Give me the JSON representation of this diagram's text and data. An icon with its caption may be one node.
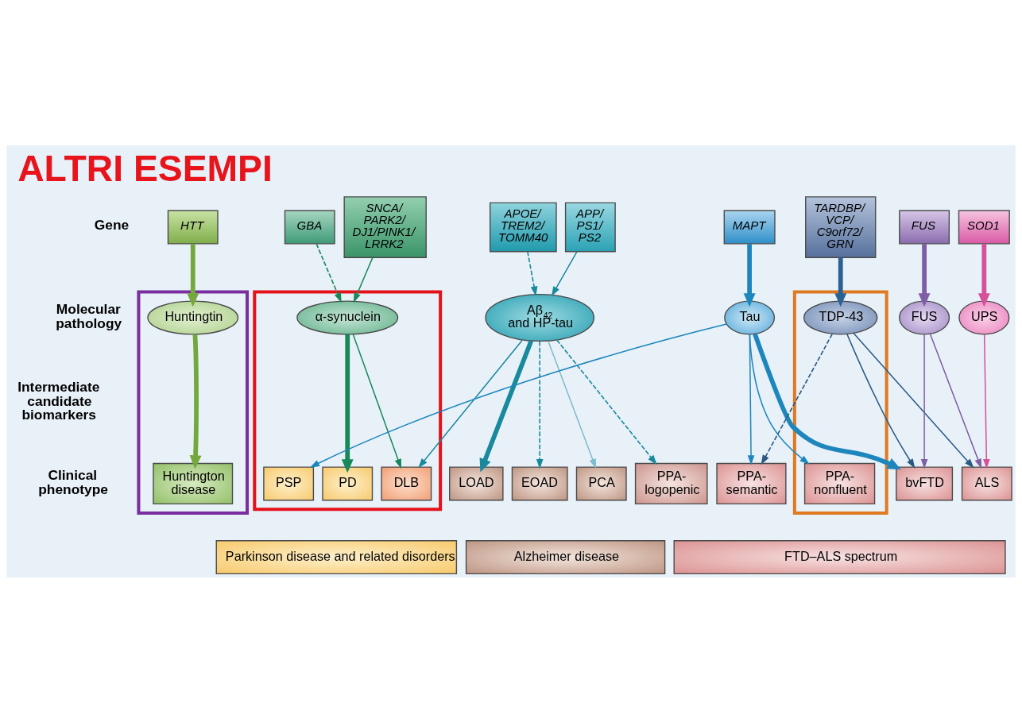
{
  "diagram": {
    "title": "ALTRI ESEMPI",
    "nodes": [
      {
        "text": [
          "HTT"
        ]
      },
      {
        "text": [
          "GBA"
        ]
      },
      {
        "text": [
          "SNCA/ PARK2/ DJ1/PINK1/ LRRK2"
        ]
      },
      {
        "text": [
          "APOE/ TREM2/ TOMM40"
        ]
      },
      {
        "text": [
          "APP/ PS1/ PS2"
        ]
      },
      {
        "text": [
          "MAPT"
        ]
      },
      {
        "text": [
          "TARDBP/ VCP/ C9orf72/ GRN"
        ]
      },
      {
        "text": [
          "FUS"
        ]
      },
      {
        "text": [
          "SOD1"
        ]
      },
      {
        "text": [],
        "shape": "box"
      },
      {
        "text": [
          "Huntingtin"
        ],
        "in": 9
      },
      {
        "text": [],
        "shape": "box"
      },
      {
        "text": [
          "α-synuclein"
        ],
        "in": 11
      },
      {
        "text": [
          "Aβ$_{42}$ and HP-tau"
        ]
      },
      {
        "text": [
          "Tau"
        ]
      },
      {
        "text": [],
        "shape": "box"
      },
      {
        "text": [
          "TDP-43"
        ],
        "in": 15
      },
      {
        "text": [
          "FUS"
        ]
      },
      {
        "text": [
          "UPS"
        ]
      },
      {
        "text": [
          "Huntington disease"
        ],
        "in": 9
      },
      {
        "text": [
          "PSP"
        ],
        "in": 11
      },
      {
        "text": [
          "PD"
        ],
        "in": 11
      },
      {
        "text": [
          "DLB"
        ],
        "in": 11
      },
      {
        "text": [
          "LOAD"
        ]
      },
      {
        "text": [
          "EOAD"
        ]
      },
      {
        "text": [
          "PCA"
        ]
      },
      {
        "text": [
          "PPA- logopenic"
        ]
      },
      {
        "text": [
          "PPA- semantic"
        ]
      },
      {
        "text": [
          "PPA- nonfluent"
        ],
        "in": 15
      },
      {
        "text": [
          "bvFTD"
        ]
      },
      {
        "text": [
          "ALS"
        ]
      },
      {
        "text": [
          "Parkinson disease and related disorders"
        ]
      },
      {
        "text": [
          "Alzheimer disease"
        ]
      },
      {
        "text": [
          "FTD–ALS spectrum"
        ]
      }
    ],
    "edges": [
      {
        "from": 0,
        "to": 10,
        "arrow": "to",
        "style": "thick",
        "color": "#74a83c"
      },
      {
        "from": 1,
        "to": 12,
        "arrow": "to",
        "style": "dashed",
        "color": "#17885a"
      },
      {
        "from": 2,
        "to": 12,
        "arrow": "to",
        "color": "#17885a"
      },
      {
        "from": 3,
        "to": 13,
        "arrow": "to",
        "style": "dashed"
      },
      {
        "from": 4,
        "to": 13,
        "arrow": "to"
      },
      {
        "from": 5,
        "to": 14,
        "arrow": "to",
        "style": "thick",
        "color": "#1c86bd"
      },
      {
        "from": 6,
        "to": 16,
        "arrow": "to",
        "style": "thick",
        "color": "#2a6294"
      },
      {
        "from": 7,
        "to": 17,
        "arrow": "to",
        "style": "thick",
        "color": "#7e5ea4"
      },
      {
        "from": 8,
        "to": 18,
        "arrow": "to",
        "style": "thick",
        "color": "#d6509a"
      },
      {
        "from": 10,
        "to": 19,
        "arrow": "to",
        "style": "thick",
        "color": "#74a83c"
      },
      {
        "from": 12,
        "to": 21,
        "arrow": "to",
        "style": "thick",
        "color": "#17885a"
      },
      {
        "from": 12,
        "to": 22,
        "arrow": "to",
        "color": "#17885a"
      },
      {
        "from": 13,
        "to": 22,
        "arrow": "to"
      },
      {
        "from": 13,
        "to": 23,
        "arrow": "to",
        "style": "thick"
      },
      {
        "from": 13,
        "to": 24,
        "arrow": "to",
        "style": "dashed"
      },
      {
        "from": 13,
        "to": 25,
        "arrow": "to",
        "color": "#7dbccb"
      },
      {
        "from": 13,
        "to": 26,
        "arrow": "to",
        "style": "dashed"
      },
      {
        "from": 14,
        "to": 20,
        "arrow": "to",
        "color": "#1c86bd"
      },
      {
        "from": 14,
        "to": 27,
        "arrow": "to",
        "color": "#1c86bd"
      },
      {
        "from": 14,
        "to": 28,
        "arrow": "to",
        "color": "#1c86bd"
      },
      {
        "from": 14,
        "to": 29,
        "arrow": "to",
        "style": "thick",
        "color": "#1c86bd"
      },
      {
        "from": 16,
        "to": 27,
        "arrow": "to",
        "style": "dashed",
        "color": "#2a5a82"
      },
      {
        "from": 16,
        "to": 29,
        "arrow": "to",
        "color": "#2a5a82"
      },
      {
        "from": 16,
        "to": 30,
        "arrow": "to",
        "color": "#2a5a82"
      },
      {
        "from": 17,
        "to": 29,
        "arrow": "to",
        "color": "#7e5ea4"
      },
      {
        "from": 17,
        "to": 30,
        "arrow": "to",
        "color": "#7e5ea4"
      },
      {
        "from": 18,
        "to": 30,
        "arrow": "to",
        "color": "#d6509a"
      }
    ],
    "labels": [
      "Gene",
      "Molecular pathology",
      "Intermediate candidate biomarkers",
      "Clinical phenotype"
    ]
  }
}
